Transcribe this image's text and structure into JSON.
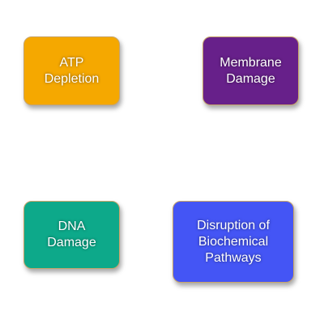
{
  "nodes": [
    {
      "id": "atp",
      "label": "ATP\nDepletion",
      "color": "#F5A800"
    },
    {
      "id": "membrane",
      "label": "Membrane\nDamage",
      "color": "#67208A"
    },
    {
      "id": "dna",
      "label": "DNA\nDamage",
      "color": "#0DA98A"
    },
    {
      "id": "biochem",
      "label": "Disruption of\nBiochemical\nPathways",
      "color": "#4455F5"
    }
  ]
}
